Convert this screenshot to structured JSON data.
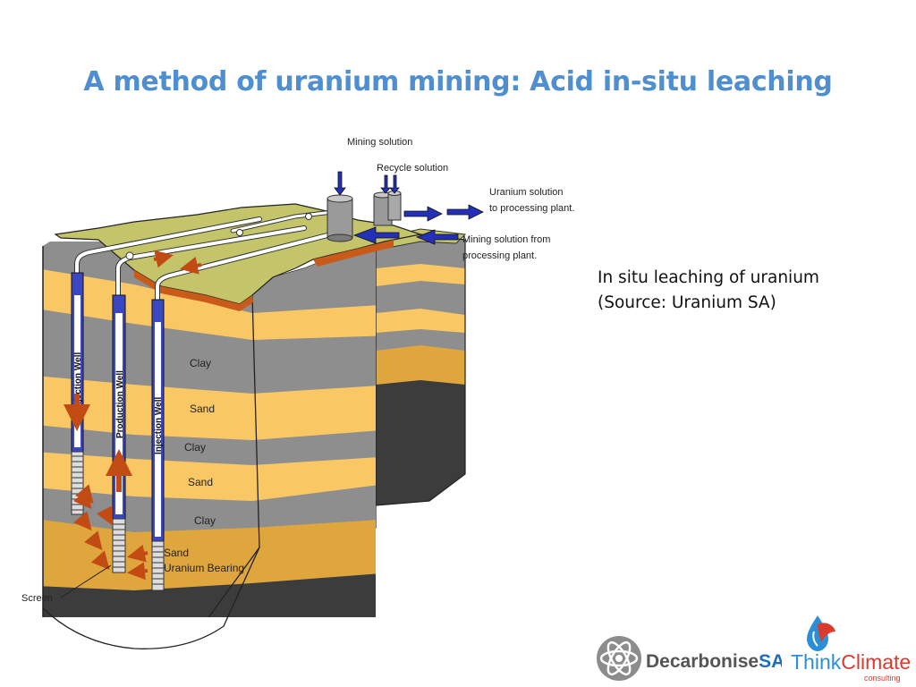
{
  "slide": {
    "title": "A method of uranium mining: Acid in-situ leaching",
    "caption_line1": "In situ leaching of uranium",
    "caption_line2": "(Source: Uranium SA)"
  },
  "diagram": {
    "labels": {
      "mining_solution": "Mining solution",
      "recycle_solution": "Recycle solution",
      "uranium_solution_1": "Uranium solution",
      "uranium_solution_2": "to processing plant.",
      "mining_from_1": "Mining solution from",
      "mining_from_2": "processing plant.",
      "screen": "Screen"
    },
    "strata": {
      "clay1": "Clay",
      "sand1": "Sand",
      "clay2": "Clay",
      "sand2": "Sand",
      "clay3": "Clay",
      "sand3": "Sand",
      "uranium": "Uranium Bearing"
    },
    "wells": {
      "injection1": "Injection Well",
      "production": "Production Well",
      "injection2": "Injection Well"
    },
    "colors": {
      "surface": "#c4c46a",
      "sand": "#f9c865",
      "clay": "#8e8e8e",
      "uranium_sand": "#e0a63e",
      "bedrock": "#3c3c3c",
      "pipe": "#ffffff",
      "well": "#3b46c2",
      "arrow_blue": "#2430b8",
      "arrow_orange": "#c24b14"
    }
  },
  "logos": {
    "decarbonise_main": "Decarbonise",
    "decarbonise_accent": "SA",
    "think": "Think",
    "climate": "Climate",
    "consulting": "consulting"
  }
}
